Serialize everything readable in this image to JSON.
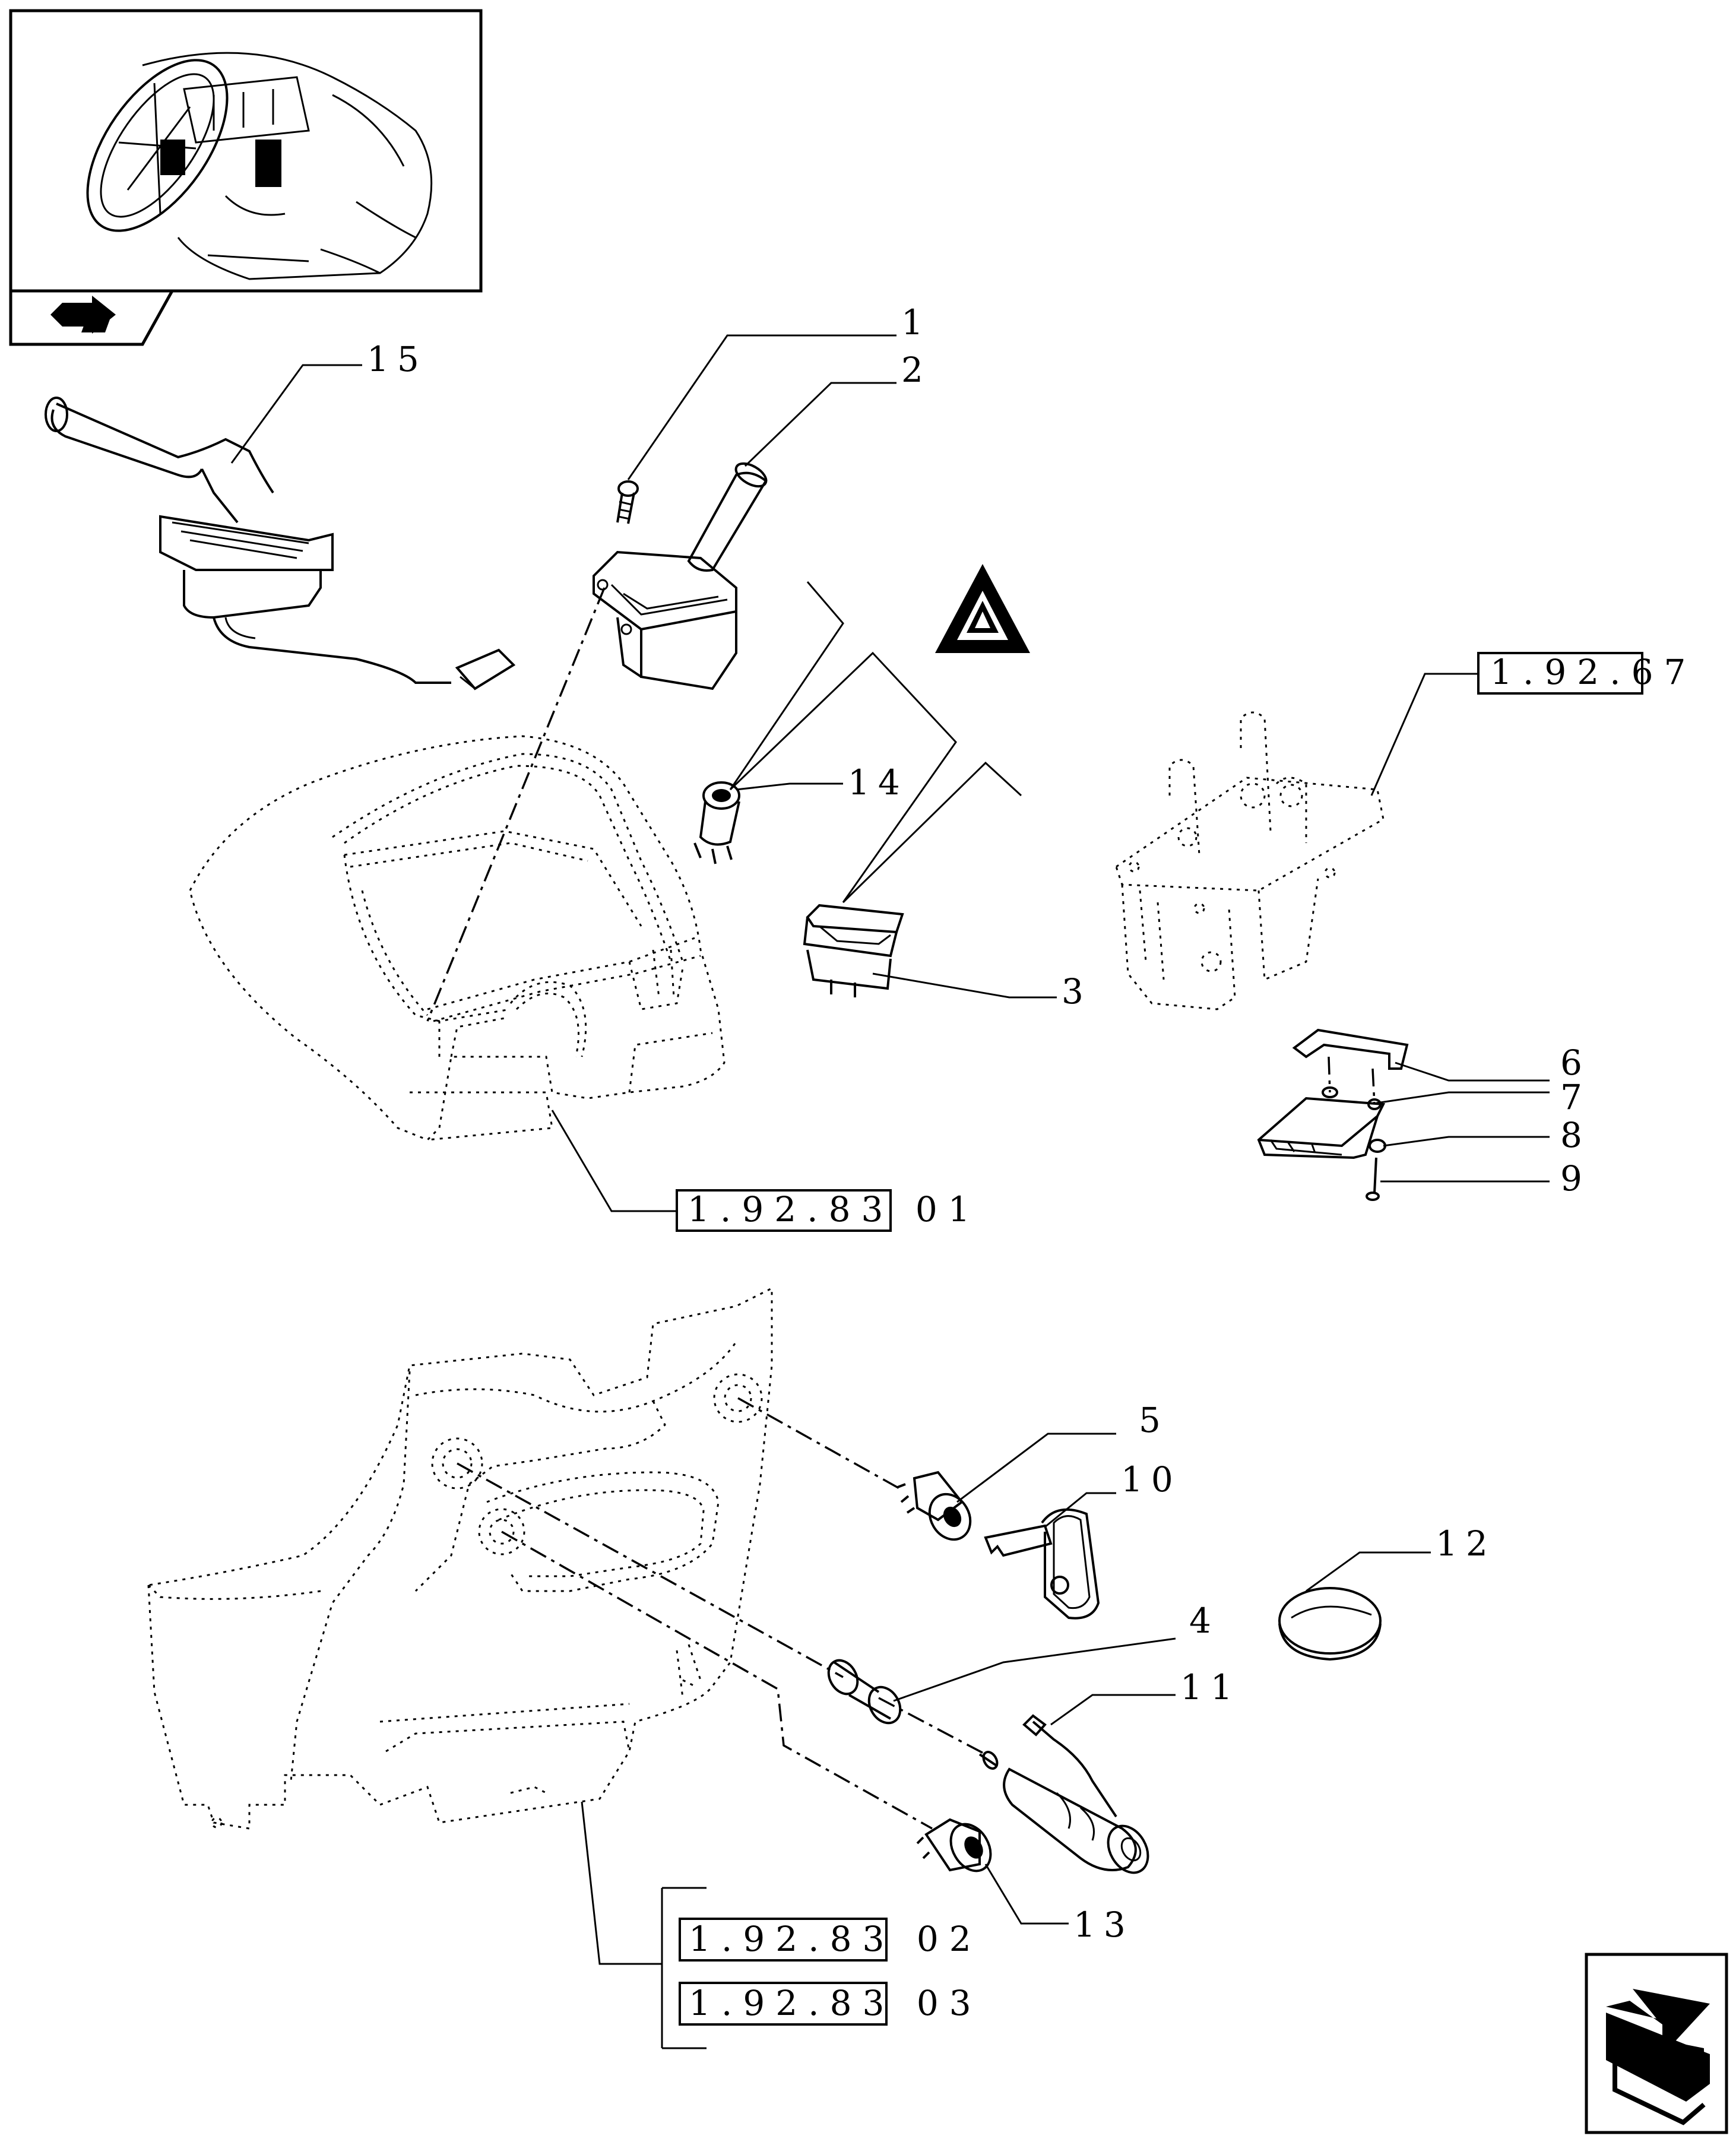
{
  "callouts": [
    {
      "id": "c1",
      "text": "1"
    },
    {
      "id": "c2",
      "text": "2"
    },
    {
      "id": "c3",
      "text": "3"
    },
    {
      "id": "c4",
      "text": "4"
    },
    {
      "id": "c5",
      "text": "5"
    },
    {
      "id": "c6",
      "text": "6"
    },
    {
      "id": "c7",
      "text": "7"
    },
    {
      "id": "c8",
      "text": "8"
    },
    {
      "id": "c9",
      "text": "9"
    },
    {
      "id": "c10",
      "text": "10"
    },
    {
      "id": "c11",
      "text": "11"
    },
    {
      "id": "c12",
      "text": "12"
    },
    {
      "id": "c13",
      "text": "13"
    },
    {
      "id": "c14",
      "text": "14"
    },
    {
      "id": "c15",
      "text": "15"
    }
  ],
  "references": {
    "ref_19267": "1.92.67",
    "ref_1928301": "1.92.83 01",
    "ref_1928302": "1.92.83 02",
    "ref_1928303": "1.92.83 03"
  },
  "icons": [
    "next-page-arrow-icon",
    "prev-page-arrow-icon",
    "hazard-warning-triangle-icon"
  ]
}
